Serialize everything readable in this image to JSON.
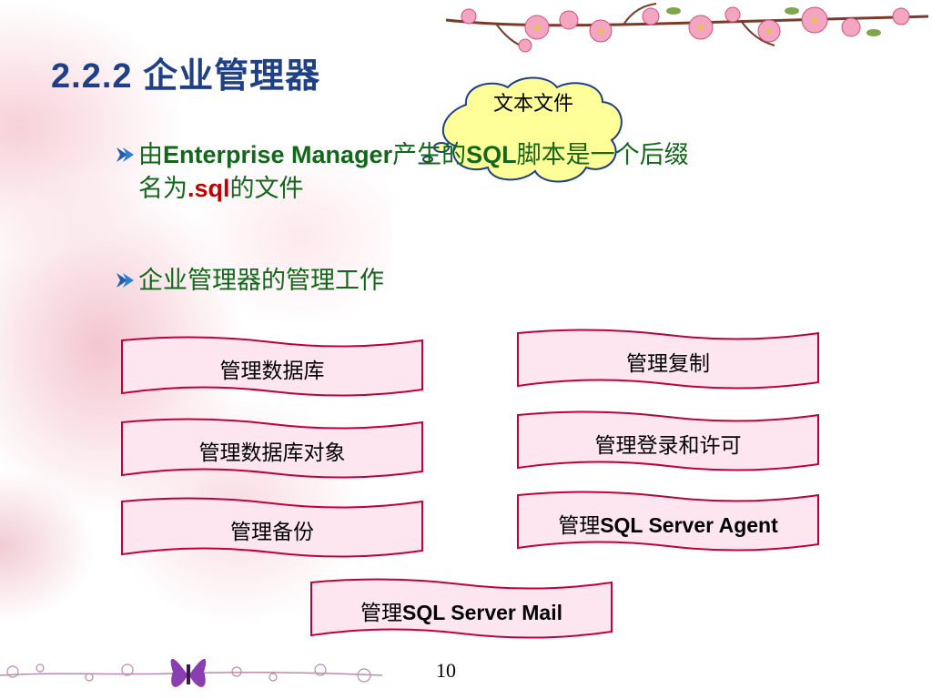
{
  "slide": {
    "title": "2.2.2  企业管理器",
    "page_number": "10"
  },
  "callout": {
    "text": "文本文件"
  },
  "bullet1": {
    "text_a": "由",
    "text_b": "Enterprise Manager",
    "text_c": "产生的",
    "text_d": "SQL",
    "text_e": "脚本是一个后缀",
    "text_f": "名为",
    "text_g": ".sql",
    "text_h": "的文件"
  },
  "bullet2": {
    "text": "企业管理器的管理工作"
  },
  "tasks": {
    "manage_database": "管理数据库",
    "manage_replication": "管理复制",
    "manage_db_objects": "管理数据库对象",
    "manage_logins": "管理登录和许可",
    "manage_backup": "管理备份",
    "manage_agent_cn": "管理",
    "manage_agent_en": "SQL Server Agent",
    "manage_mail_cn": "管理",
    "manage_mail_en": "SQL Server Mail"
  },
  "colors": {
    "title": "#1f3f86",
    "bullet_text": "#12671a",
    "highlight": "#c00000",
    "scroll_fill": "#fde6f0",
    "scroll_border": "#c0003a",
    "callout_fill": "#ffff99",
    "callout_border": "#1f3f86"
  },
  "icons": {
    "bullet": "arrow-bullet-icon",
    "top_decoration": "cherry-blossom-branch",
    "bottom_decoration": "butterfly-vine"
  }
}
